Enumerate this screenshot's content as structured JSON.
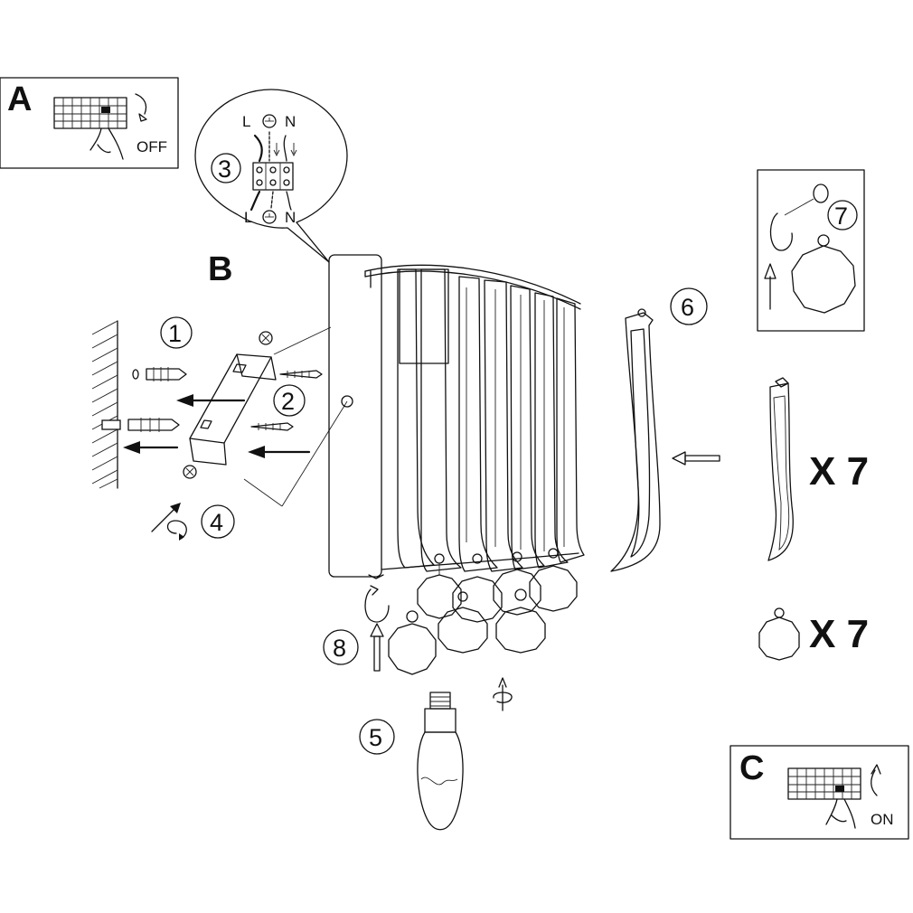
{
  "panels": {
    "a": {
      "letter": "A",
      "state": "OFF"
    },
    "b": {
      "letter": "B"
    },
    "c": {
      "letter": "C",
      "state": "ON"
    }
  },
  "wiring": {
    "live_top": "L",
    "neutral_top": "N",
    "live_bottom": "L",
    "neutral_bottom": "N"
  },
  "steps": [
    "1",
    "2",
    "3",
    "4",
    "5",
    "6",
    "7",
    "8"
  ],
  "quantities": {
    "glass_strip": "X 7",
    "crystal": "X 7"
  }
}
